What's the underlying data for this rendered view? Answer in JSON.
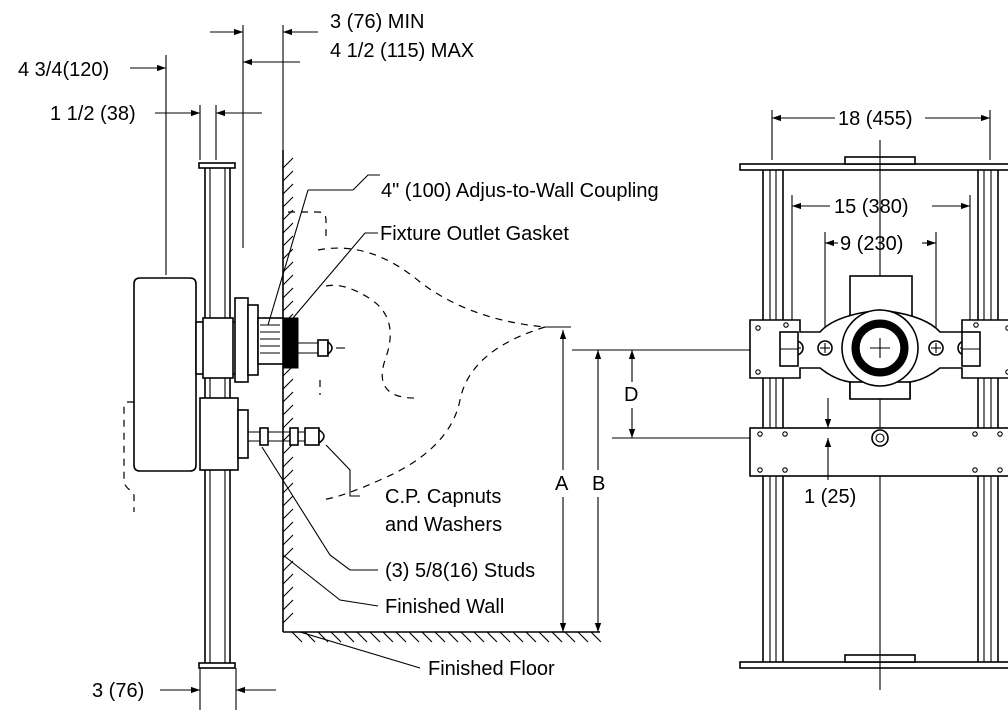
{
  "dimensions": {
    "min_depth": "3 (76) MIN",
    "max_depth": "4 1/2 (115) MAX",
    "overall_depth": "4 3/4(120)",
    "post_depth": "1 1/2 (38)",
    "foot_width": "3 (76)",
    "frame_width": "18 (455)",
    "stud_span": "15 (380)",
    "bolt_span": "9 (230)",
    "offset_25": "1 (25)",
    "dim_a": "A",
    "dim_b": "B",
    "dim_d": "D"
  },
  "callouts": {
    "coupling": "4\" (100) Adjus-to-Wall Coupling",
    "gasket": "Fixture Outlet Gasket",
    "capnuts_line1": "C.P. Capnuts",
    "capnuts_line2": "and Washers",
    "studs": "(3) 5/8(16) Studs",
    "finished_wall": "Finished Wall",
    "finished_floor": "Finished Floor"
  }
}
